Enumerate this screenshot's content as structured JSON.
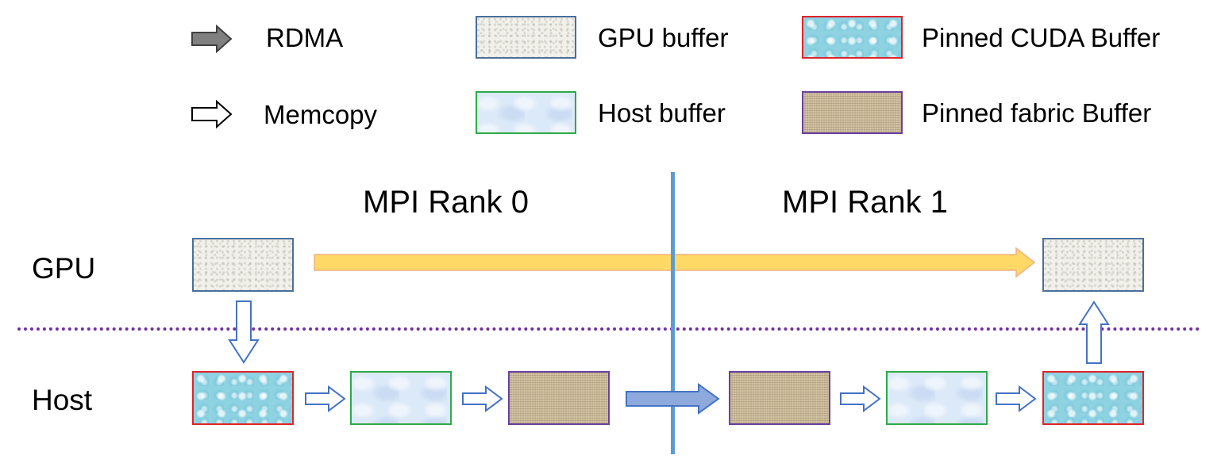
{
  "legend": {
    "rdma_label": "RDMA",
    "memcopy_label": "Memcopy",
    "gpu_buffer_label": "GPU buffer",
    "host_buffer_label": "Host buffer",
    "pinned_cuda_label": "Pinned CUDA Buffer",
    "pinned_fabric_label": "Pinned fabric Buffer"
  },
  "ranks": {
    "rank0_label": "MPI Rank 0",
    "rank1_label": "MPI Rank 1"
  },
  "rows": {
    "gpu_label": "GPU",
    "host_label": "Host"
  },
  "colors": {
    "rdma_arrow": "#808080",
    "direct_path_arrow": "#ffd966",
    "fabric_transfer_arrow": "#8ea9db",
    "memcopy_arrow_outline": "#4472c4",
    "rank_divider": "#5b9bd5",
    "gpu_host_divider": "#7030a0",
    "gpu_buffer_border": "#4a6f9c",
    "host_buffer_border": "#2eaa4a",
    "pinned_cuda_border": "#e0242a",
    "pinned_fabric_border": "#6a3fa0"
  }
}
